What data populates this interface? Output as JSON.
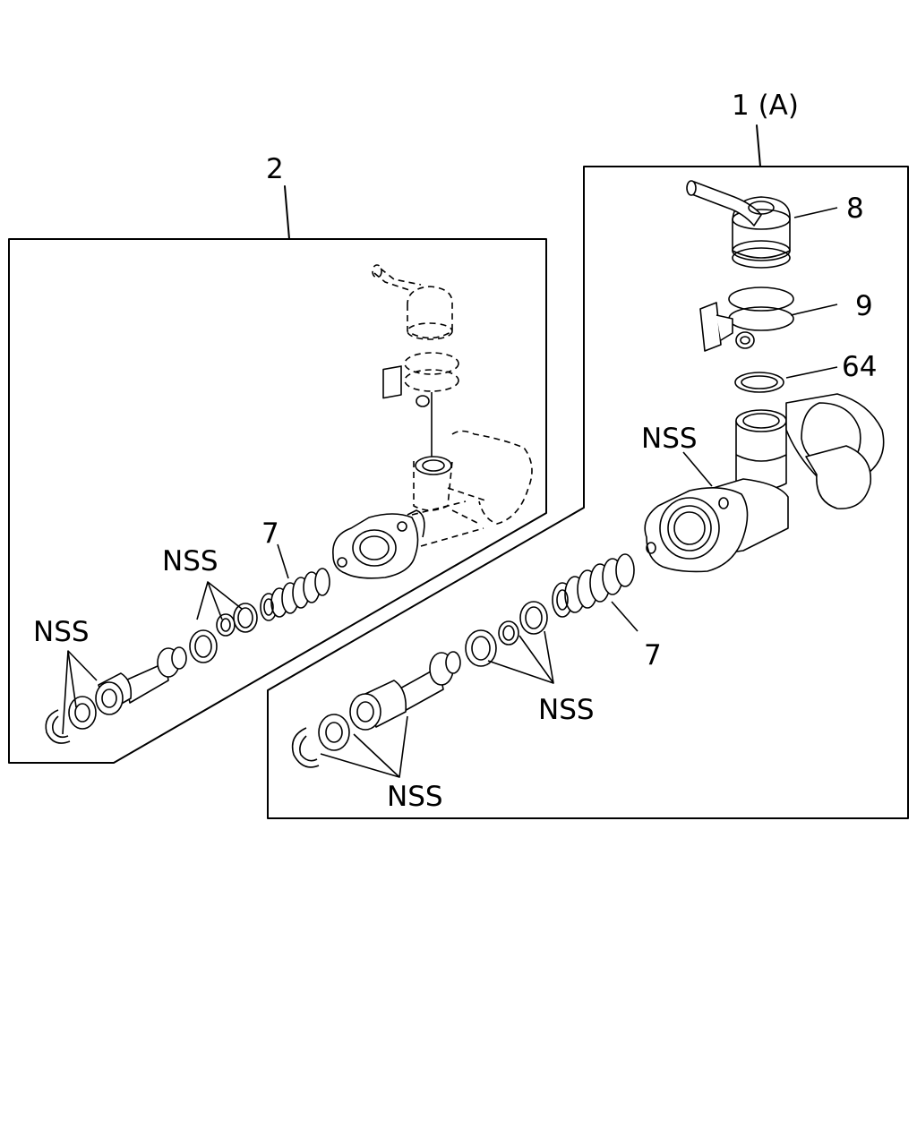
{
  "callouts": {
    "assembly_a": "1 (A)",
    "assembly_2": "2",
    "reservoir_cap": "8",
    "hose_clamp": "9",
    "o_ring": "64",
    "boot_right": "7",
    "boot_left": "7",
    "nss_body": "NSS",
    "nss_cups_right": "NSS",
    "nss_piston_right": "NSS",
    "nss_cups_left": "NSS",
    "nss_piston_left": "NSS"
  }
}
